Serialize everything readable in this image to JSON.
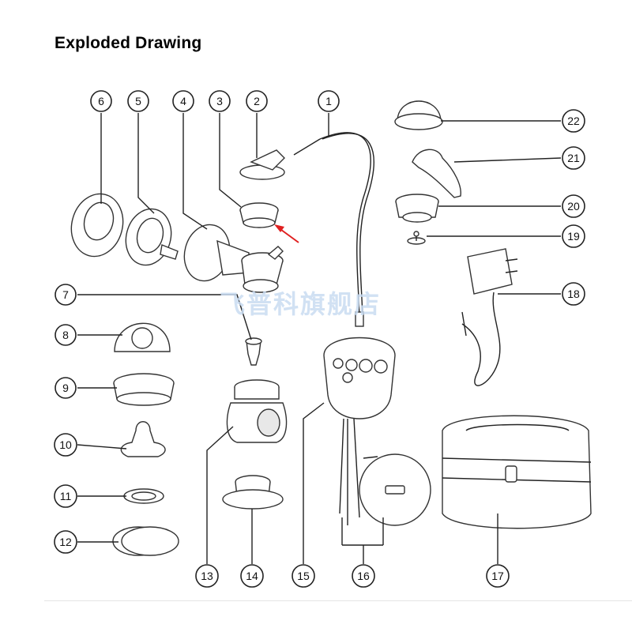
{
  "title": "Exploded Drawing",
  "watermark": "飞普科旗舰店",
  "callouts": [
    "1",
    "2",
    "3",
    "4",
    "5",
    "6",
    "7",
    "8",
    "9",
    "10",
    "11",
    "12",
    "13",
    "14",
    "15",
    "16",
    "17",
    "18",
    "19",
    "20",
    "21",
    "22"
  ],
  "colors": {
    "line": "#222222",
    "arrow": "#e02020",
    "watermark": "#c9dcf2"
  }
}
